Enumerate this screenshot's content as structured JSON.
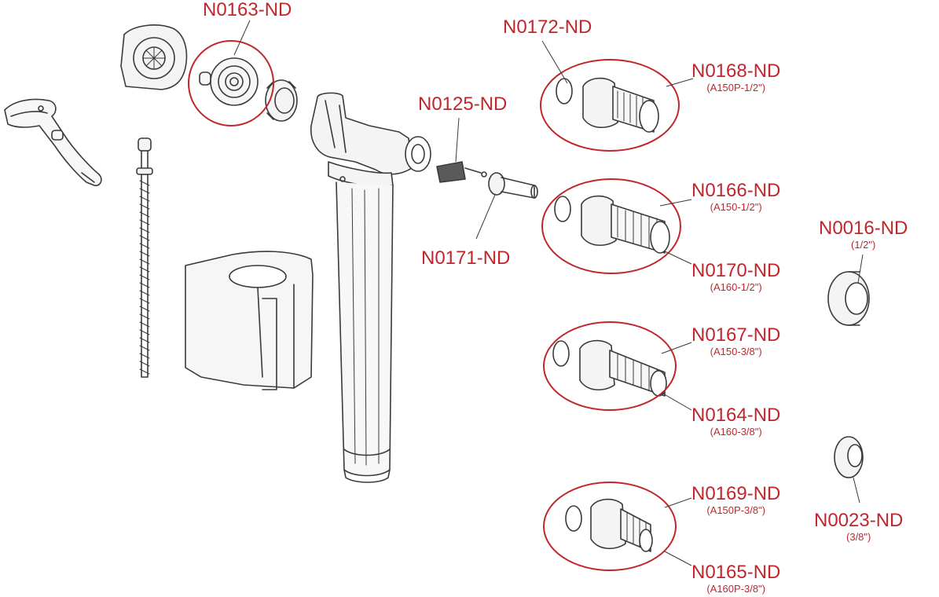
{
  "accent": "#c0272d",
  "line_color": "#3a3a3a",
  "labels": {
    "n0163": {
      "code": "N0163-ND"
    },
    "n0172": {
      "code": "N0172-ND"
    },
    "n0125": {
      "code": "N0125-ND"
    },
    "n0171": {
      "code": "N0171-ND"
    },
    "n0168": {
      "code": "N0168-ND",
      "sub": "(A150P-1/2\")"
    },
    "n0166": {
      "code": "N0166-ND",
      "sub": "(A150-1/2\")"
    },
    "n0170": {
      "code": "N0170-ND",
      "sub": "(A160-1/2\")"
    },
    "n0016": {
      "code": "N0016-ND",
      "sub": "(1/2\")"
    },
    "n0167": {
      "code": "N0167-ND",
      "sub": "(A150-3/8\")"
    },
    "n0164": {
      "code": "N0164-ND",
      "sub": "(A160-3/8\")"
    },
    "n0169": {
      "code": "N0169-ND",
      "sub": "(A150P-3/8\")"
    },
    "n0023": {
      "code": "N0023-ND",
      "sub": "(3/8\")"
    },
    "n0165": {
      "code": "N0165-ND",
      "sub": "(A160P-3/8\")"
    }
  }
}
